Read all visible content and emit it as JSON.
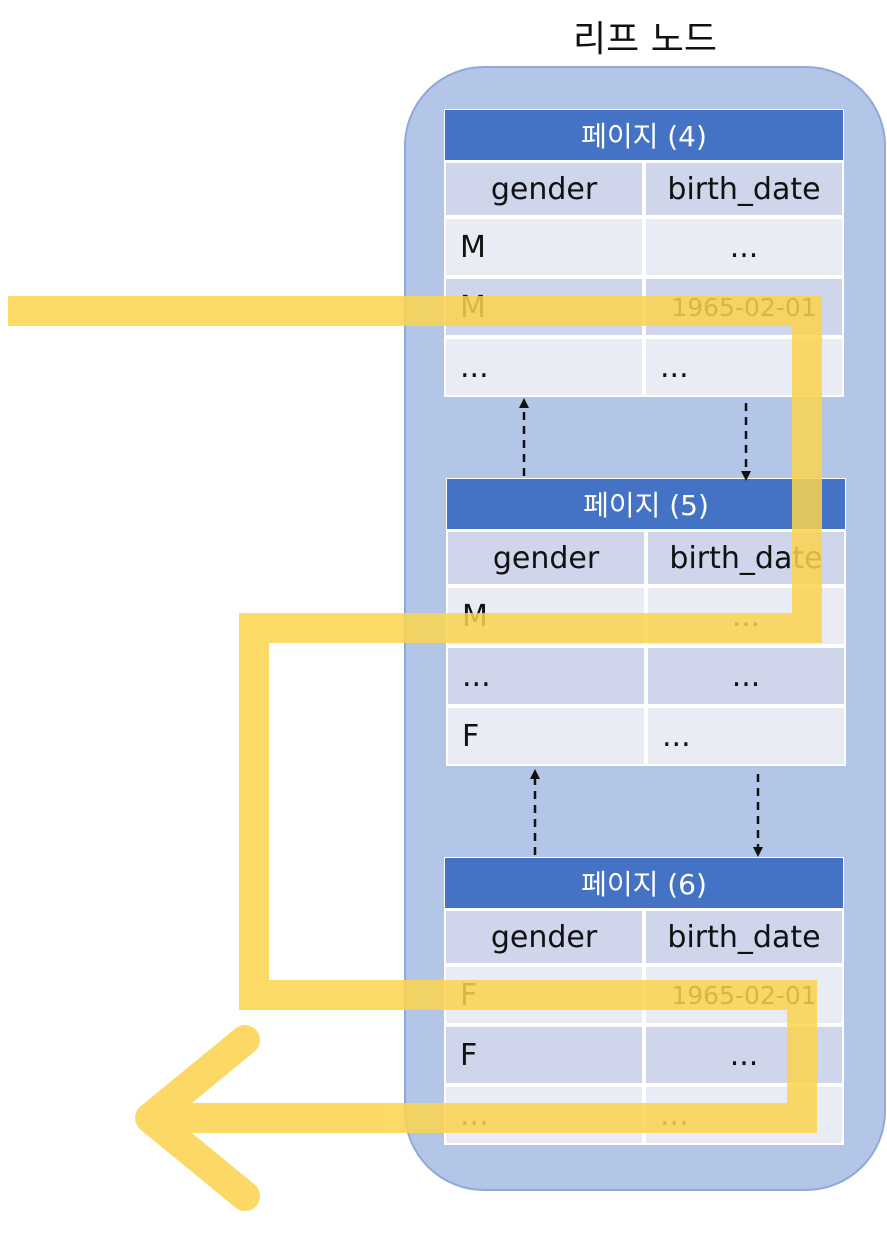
{
  "title": "리프 노드",
  "pages": [
    {
      "header": "페이지 (4)",
      "columns": [
        "gender",
        "birth_date"
      ],
      "rows": [
        [
          "M",
          "..."
        ],
        [
          "M",
          "1965-02-01"
        ],
        [
          "...",
          "..."
        ]
      ]
    },
    {
      "header": "페이지 (5)",
      "columns": [
        "gender",
        "birth_date"
      ],
      "rows": [
        [
          "M",
          "..."
        ],
        [
          "...",
          "..."
        ],
        [
          "F",
          "..."
        ]
      ]
    },
    {
      "header": "페이지 (6)",
      "columns": [
        "gender",
        "birth_date"
      ],
      "rows": [
        [
          "F",
          "1965-02-01"
        ],
        [
          "F",
          "..."
        ],
        [
          "...",
          "..."
        ]
      ]
    }
  ],
  "colors": {
    "container": "#b3c6e7",
    "page_header": "#4472c4",
    "row_light": "#e9ebf5",
    "row_dark": "#cfd5ea",
    "scan_path": "#fcd34d"
  }
}
